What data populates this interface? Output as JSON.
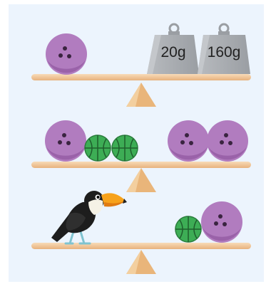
{
  "scales": [
    {
      "left": [
        "bowling-ball"
      ],
      "right": [
        {
          "type": "weight",
          "label": "20g"
        },
        {
          "type": "weight",
          "label": "160g"
        }
      ]
    },
    {
      "left": [
        "bowling-ball",
        "basketball",
        "basketball"
      ],
      "right": [
        "bowling-ball",
        "bowling-ball"
      ]
    },
    {
      "left": [
        "toucan"
      ],
      "right": [
        "basketball",
        "bowling-ball"
      ]
    }
  ],
  "colors": {
    "background": "#ecf4fd",
    "plank": "#f1c79a",
    "fulcrum": "#e9b57a",
    "bowling_ball": "#b17cbf",
    "basketball": "#3dad55",
    "weight": "#a9acb0"
  }
}
